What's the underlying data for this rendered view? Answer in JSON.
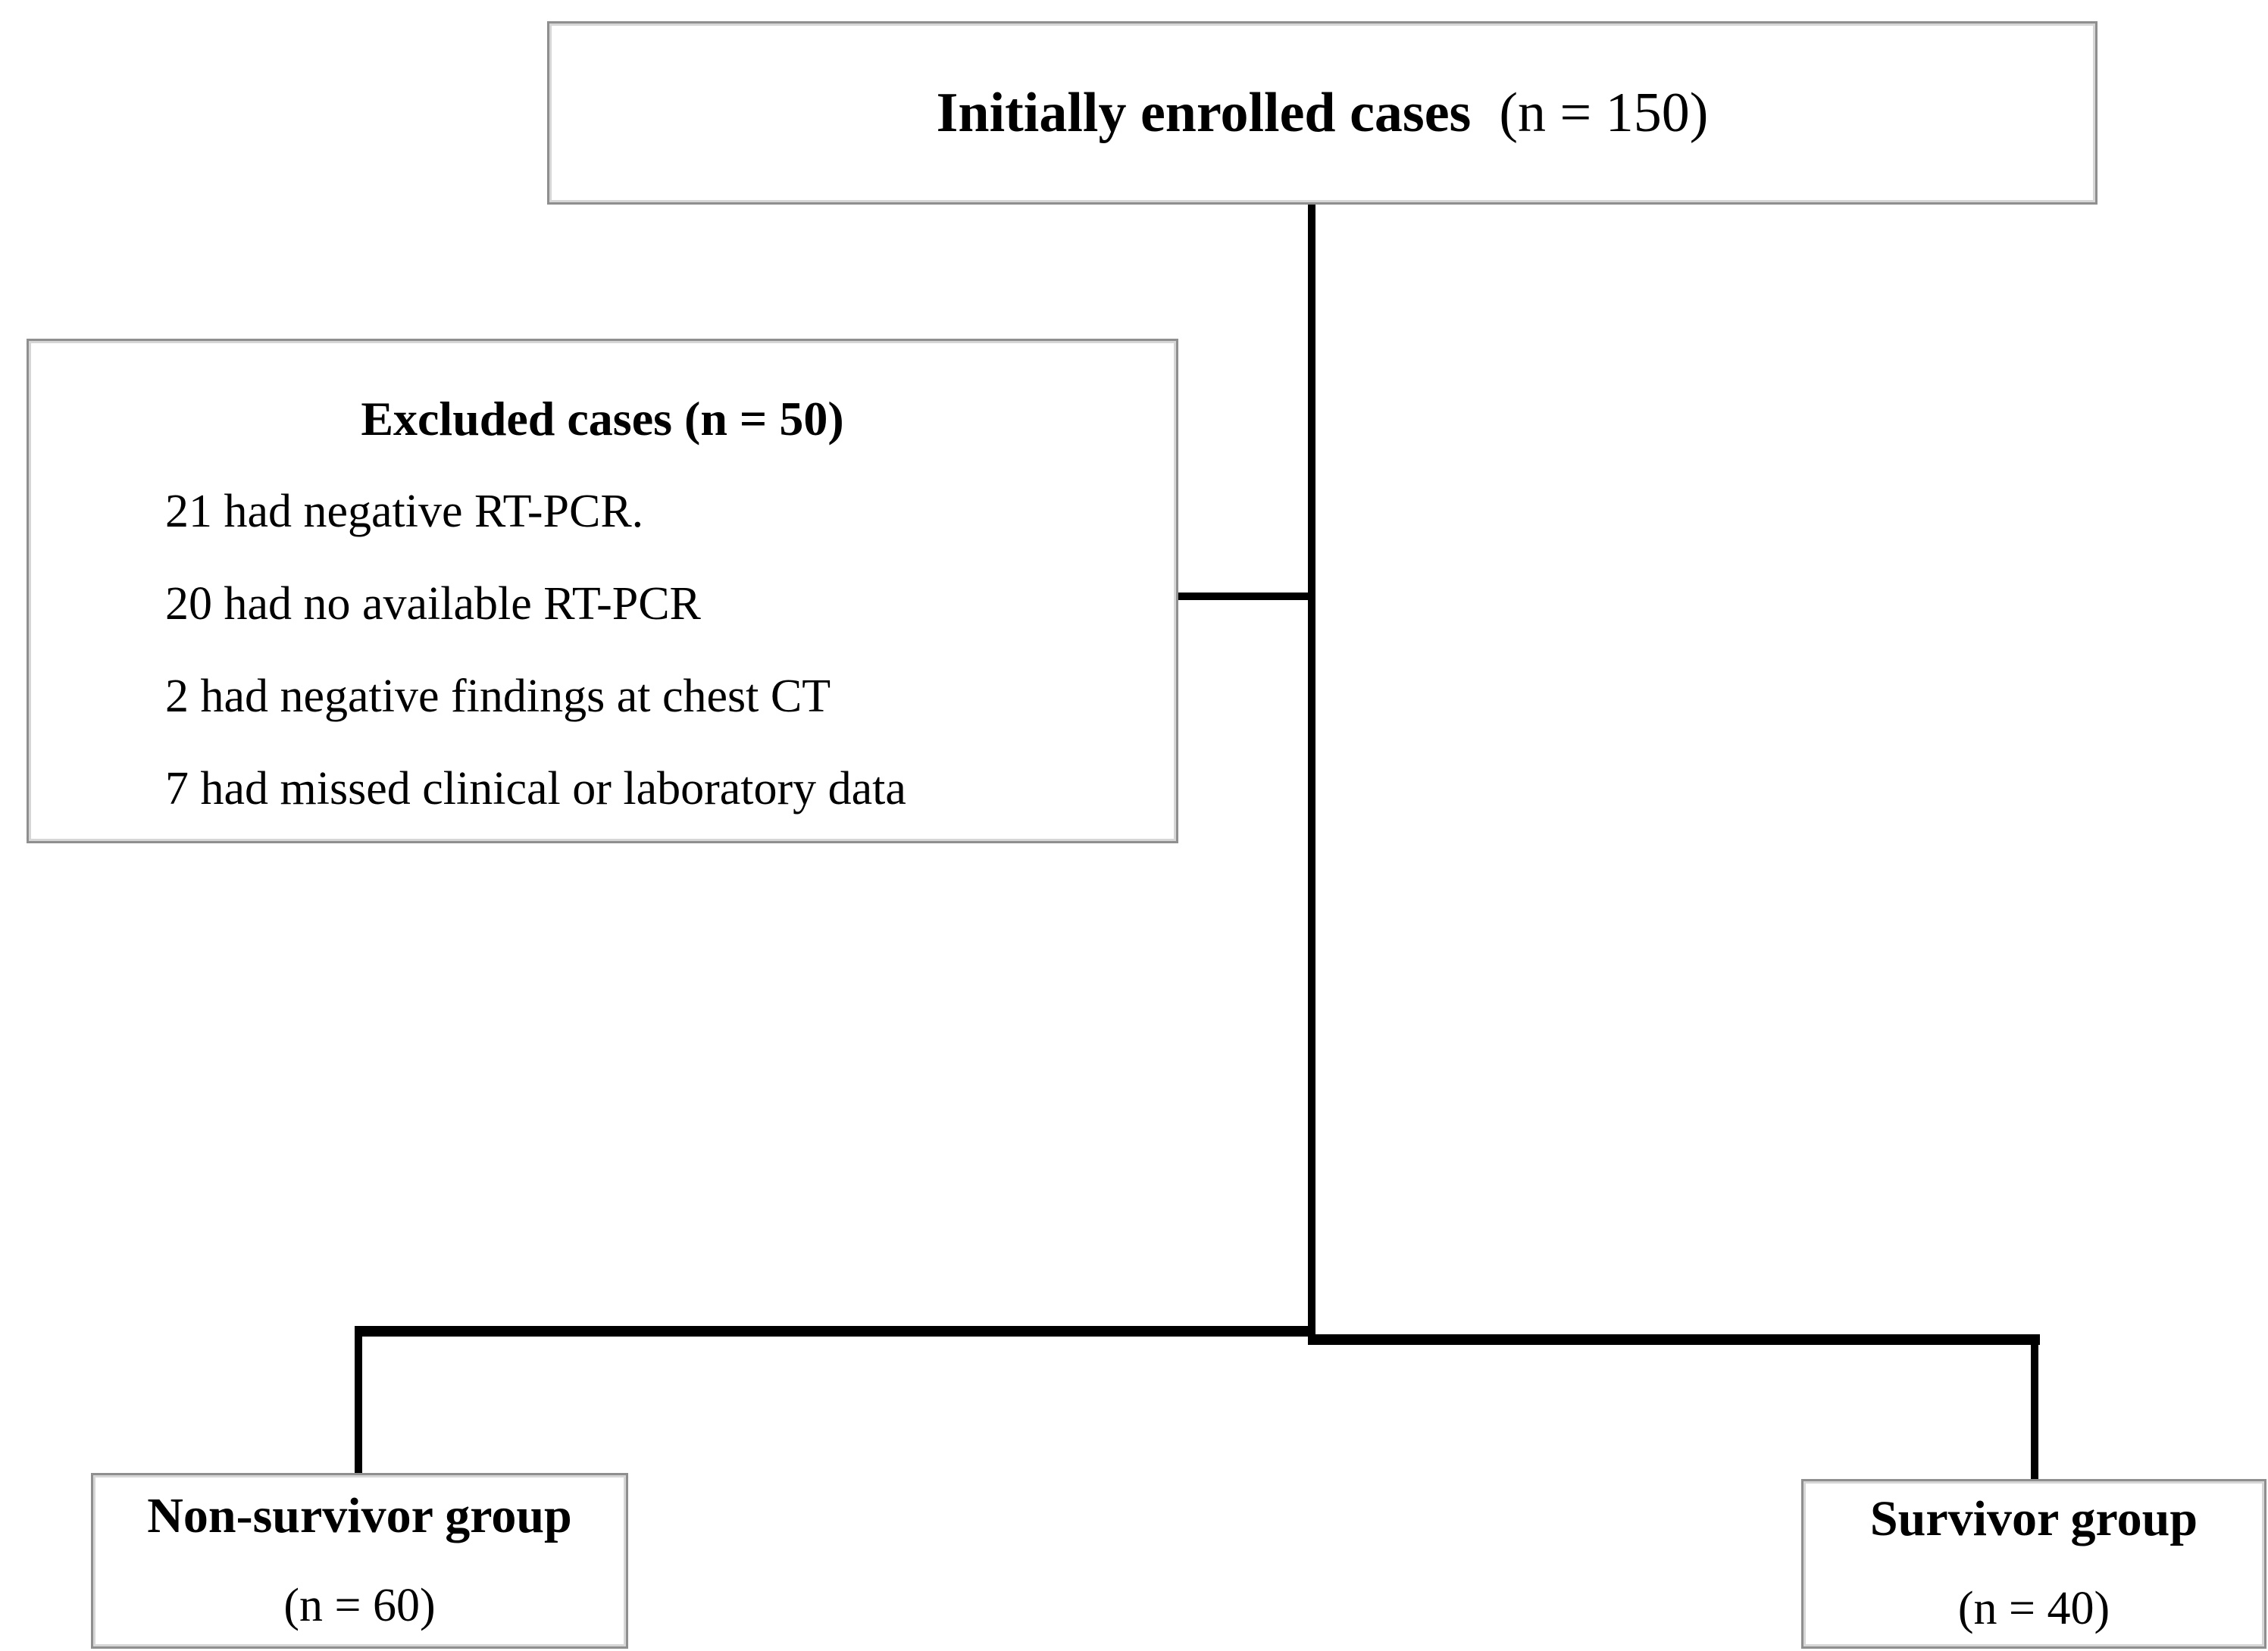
{
  "diagram": {
    "top_box": {
      "title": "Initially enrolled cases",
      "count": "(n = 150)"
    },
    "excluded_box": {
      "title": "Excluded cases (n = 50)",
      "items": [
        "21 had negative RT-PCR.",
        "20 had no available RT-PCR",
        "2 had negative findings at chest CT",
        "7 had missed clinical or laboratory data"
      ]
    },
    "non_survivor_box": {
      "title": "Non-survivor group",
      "count": "(n = 60)"
    },
    "survivor_box": {
      "title": "Survivor group",
      "count": "(n = 40)"
    },
    "colors": {
      "line": "#000000",
      "box_border_outer": "#8f8f8f",
      "box_border_inner": "#d6d6d6",
      "background": "#ffffff",
      "text": "#000000"
    }
  }
}
